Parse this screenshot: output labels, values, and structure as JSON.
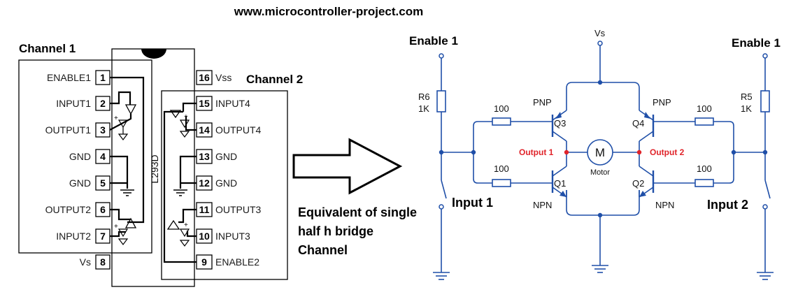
{
  "website": "www.microcontroller-project.com",
  "left_chip": {
    "channel1_label": "Channel 1",
    "channel2_label": "Channel 2",
    "chip_name": "L293D",
    "left_pins": [
      {
        "name": "ENABLE1",
        "num": "1"
      },
      {
        "name": "INPUT1",
        "num": "2"
      },
      {
        "name": "OUTPUT1",
        "num": "3"
      },
      {
        "name": "GND",
        "num": "4"
      },
      {
        "name": "GND",
        "num": "5"
      },
      {
        "name": "OUTPUT2",
        "num": "6"
      },
      {
        "name": "INPUT2",
        "num": "7"
      },
      {
        "name": "Vs",
        "num": "8"
      }
    ],
    "right_pins": [
      {
        "name": "Vss",
        "num": "16"
      },
      {
        "name": "INPUT4",
        "num": "15"
      },
      {
        "name": "OUTPUT4",
        "num": "14"
      },
      {
        "name": "GND",
        "num": "13"
      },
      {
        "name": "GND",
        "num": "12"
      },
      {
        "name": "OUTPUT3",
        "num": "11"
      },
      {
        "name": "INPUT3",
        "num": "10"
      },
      {
        "name": "ENABLE2",
        "num": "9"
      }
    ]
  },
  "arrow_caption": [
    "Equivalent of single",
    "half h bridge",
    "Channel"
  ],
  "schematic": {
    "vs_label": "Vs",
    "enable_left": "Enable 1",
    "enable_right": "Enable 1",
    "r6_name": "R6",
    "r6_value": "1K",
    "r5_name": "R5",
    "r5_value": "1K",
    "res_top_left": "100",
    "res_bottom_left": "100",
    "res_top_right": "100",
    "res_bottom_right": "100",
    "q3_type": "PNP",
    "q3_name": "Q3",
    "q4_type": "PNP",
    "q4_name": "Q4",
    "q1_name": "Q1",
    "q1_type": "NPN",
    "q2_name": "Q2",
    "q2_type": "NPN",
    "output1": "Output 1",
    "output2": "Output 2",
    "motor_symbol": "M",
    "motor_label": "Motor",
    "input1": "Input 1",
    "input2": "Input 2"
  },
  "colors": {
    "wire": "#1f4fa8",
    "output_text": "#e0242a",
    "node_red": "#e0242a"
  }
}
